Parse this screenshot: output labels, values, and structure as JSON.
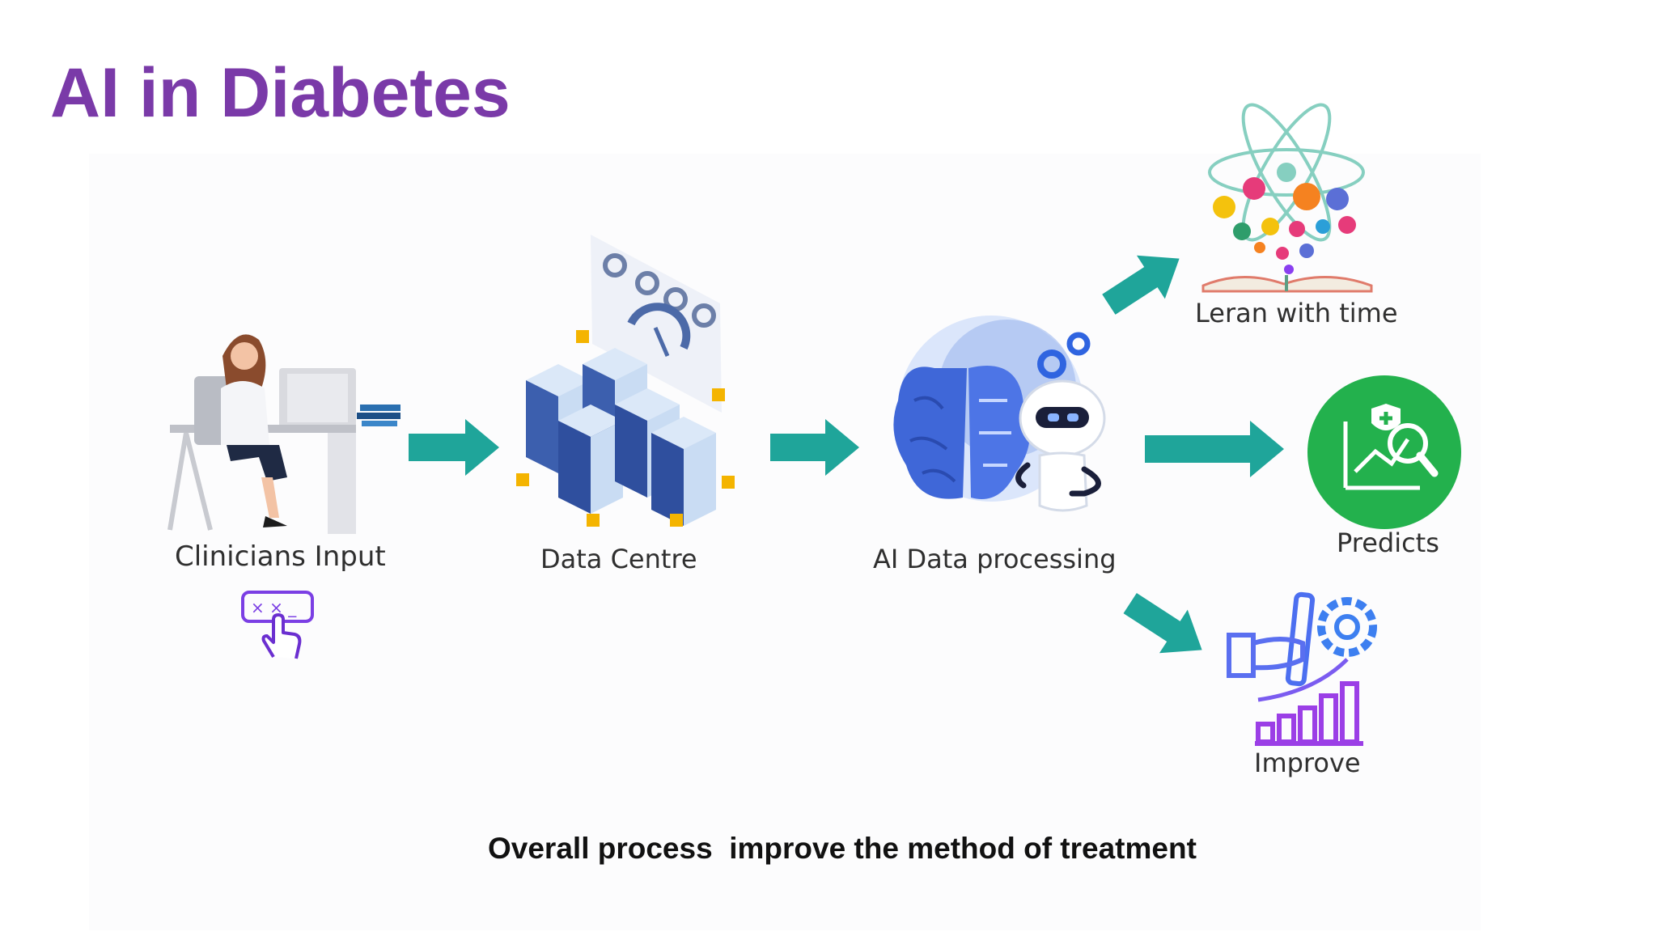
{
  "slide": {
    "title": "AI in Diabetes",
    "caption": "Overall process  improve the method of treatment"
  },
  "nodes": {
    "clinicians": {
      "label": "Clinicians Input",
      "icon": "clinician-at-desk-icon"
    },
    "data_centre": {
      "label": "Data Centre",
      "icon": "server-racks-icon"
    },
    "ai_processing": {
      "label": "AI Data processing",
      "icon": "brain-robot-icon"
    },
    "learn": {
      "label": "Leran with time",
      "icon": "atom-book-icon"
    },
    "predicts": {
      "label": "Predicts",
      "icon": "analytics-magnifier-icon"
    },
    "improve": {
      "label": "Improve",
      "icon": "growth-chart-icon"
    }
  },
  "colors": {
    "title": "#7a3aa8",
    "arrow": "#1fa59a",
    "predicts_circle": "#23b14d",
    "brain": "#3f67d8",
    "accent_purple": "#8a3ff0"
  }
}
